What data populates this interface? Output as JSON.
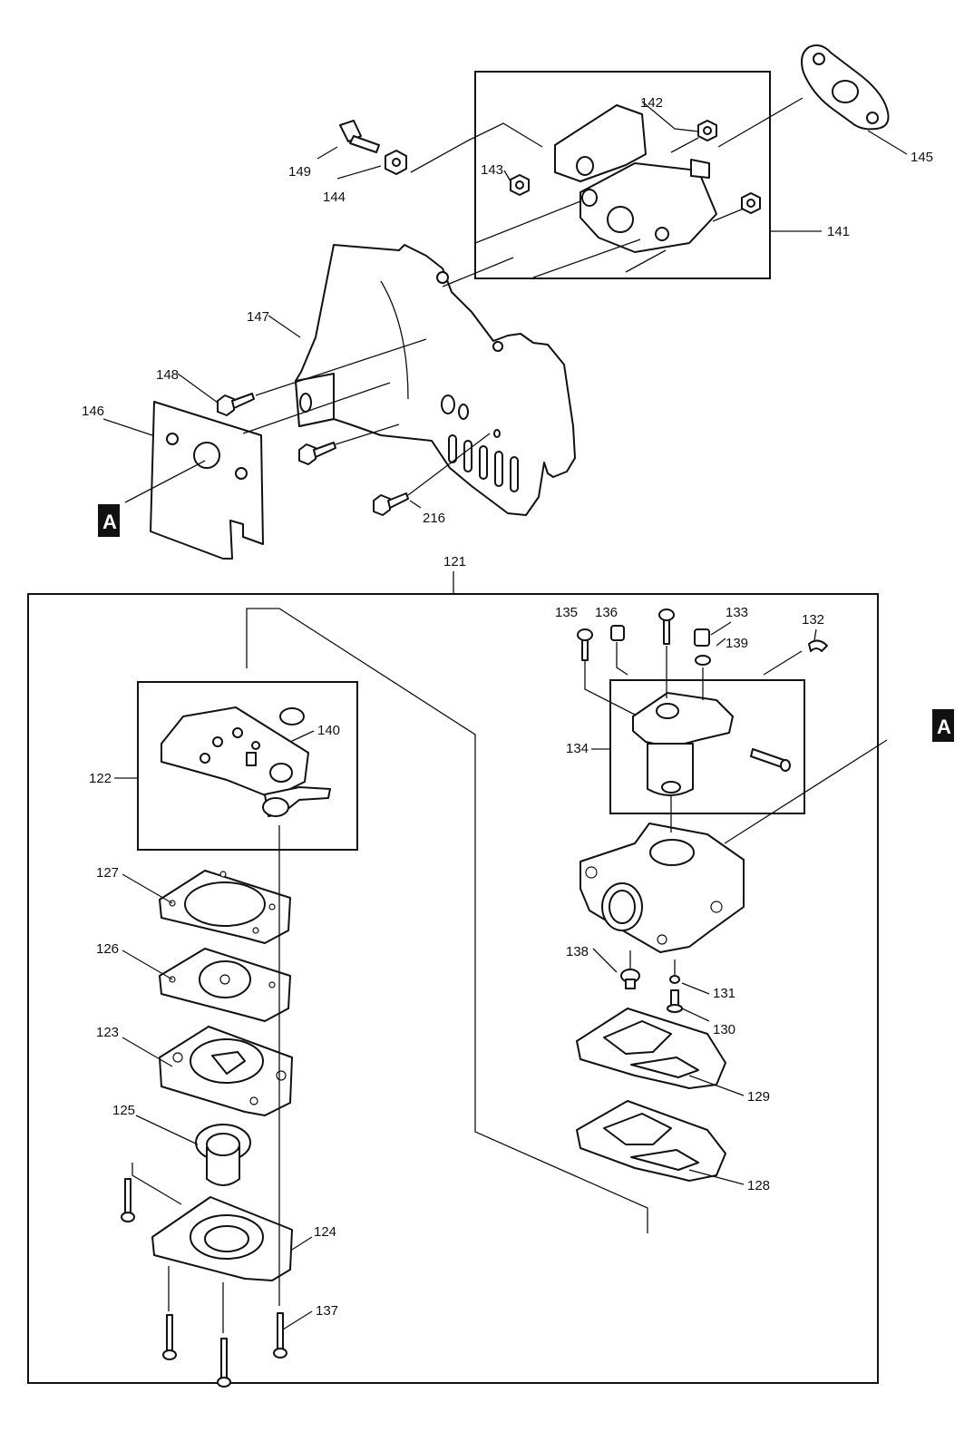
{
  "diagram": {
    "callouts": {
      "c121": "121",
      "c122": "122",
      "c123": "123",
      "c124": "124",
      "c125": "125",
      "c126": "126",
      "c127": "127",
      "c128": "128",
      "c129": "129",
      "c130": "130",
      "c131": "131",
      "c132": "132",
      "c133": "133",
      "c134": "134",
      "c135": "135",
      "c136": "136",
      "c137": "137",
      "c138": "138",
      "c139": "139",
      "c140": "140",
      "c141": "141",
      "c142": "142",
      "c143": "143",
      "c144": "144",
      "c145": "145",
      "c146": "146",
      "c147": "147",
      "c148": "148",
      "c149": "149",
      "c216": "216"
    },
    "reference_marker": "A"
  }
}
